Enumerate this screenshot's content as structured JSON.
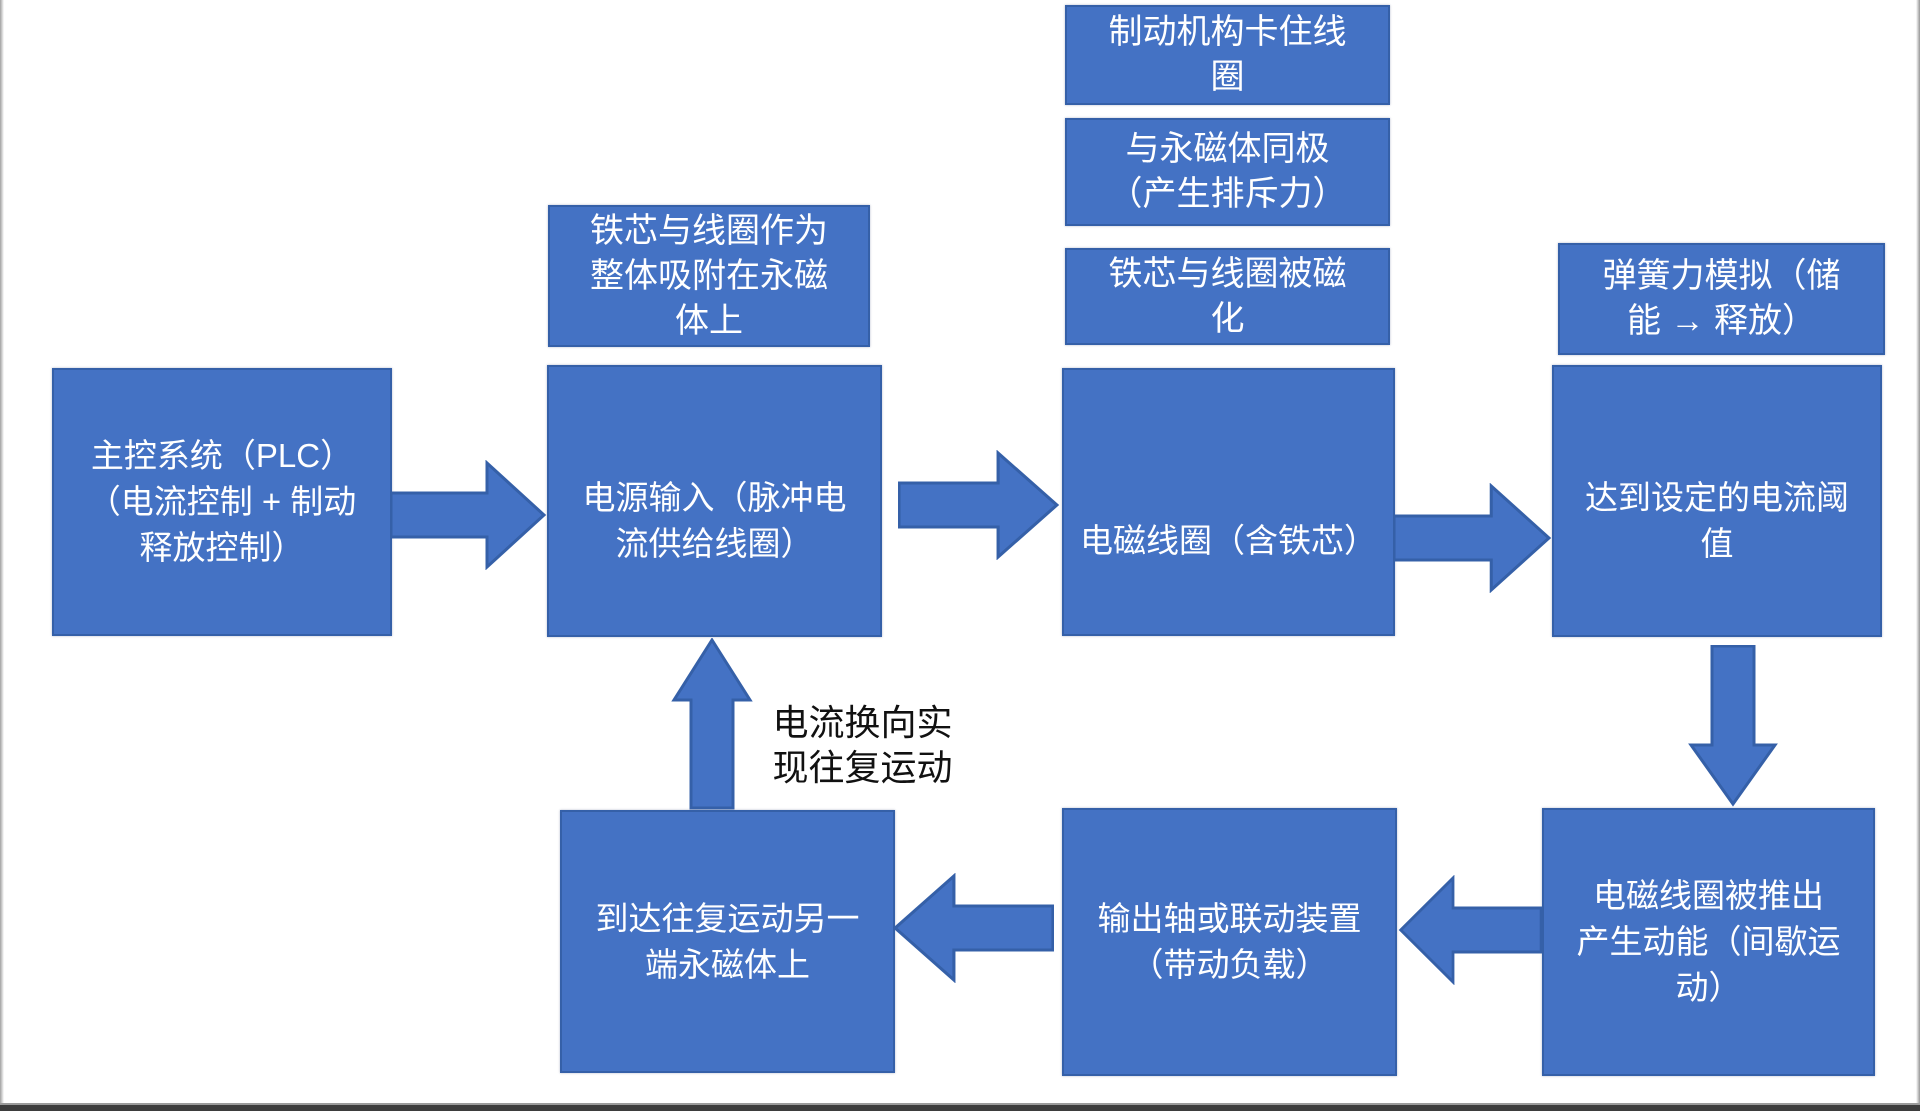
{
  "colors": {
    "box_fill": "#4472C4",
    "box_border": "#3560A8",
    "box_text": "#FFFFFF",
    "loop_label_text": "#111111",
    "background": "#FFFFFF",
    "bottom_bar": "#3D3D3D"
  },
  "flowchart": {
    "annotations": {
      "brake": "制动机构卡住线\n圈",
      "same_pole": "与永磁体同极\n（产生排斥力）",
      "magnetized": "铁芯与线圈被磁\n化",
      "attached": "铁芯与线圈作为\n整体吸附在永磁\n体上",
      "spring": "弹簧力模拟（储\n能 → 释放）"
    },
    "nodes": {
      "plc": "主控系统（PLC）\n（电流控制 + 制动\n释放控制）",
      "power_input": "电源输入（脉冲电\n流供给线圈）",
      "coil": "电磁线圈（含铁芯）",
      "threshold": "达到设定的电流阈\n值",
      "pushed_out": "电磁线圈被推出\n产生动能（间歇运\n动）",
      "output_shaft": "输出轴或联动装置\n（带动负载）",
      "other_end": "到达往复运动另一\n端永磁体上"
    },
    "loop_label": "电流换向实\n现往复运动"
  }
}
